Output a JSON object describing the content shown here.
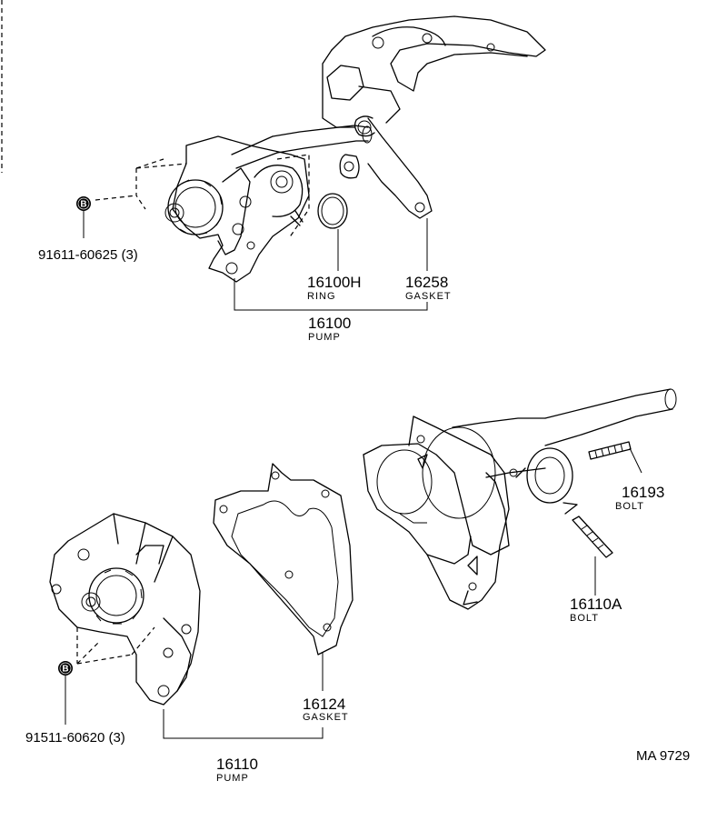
{
  "diagram_code": "MA 9729",
  "upper_assembly": {
    "bolt_callout": {
      "symbol": "B",
      "part_no": "91611-60625 (3)"
    },
    "ring": {
      "part_no": "16100H",
      "name": "RING"
    },
    "gasket": {
      "part_no": "16258",
      "name": "GASKET"
    },
    "pump": {
      "part_no": "16100",
      "name": "PUMP"
    }
  },
  "lower_assembly": {
    "bolt_callout": {
      "symbol": "B",
      "part_no": "91511-60620 (3)"
    },
    "gasket": {
      "part_no": "16124",
      "name": "GASKET"
    },
    "pump": {
      "part_no": "16110",
      "name": "PUMP"
    },
    "bolt_a": {
      "part_no": "16193",
      "name": "BOLT"
    },
    "bolt_b": {
      "part_no": "16110A",
      "name": "BOLT"
    }
  }
}
